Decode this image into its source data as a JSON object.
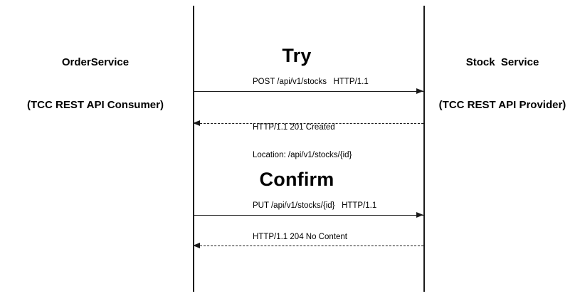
{
  "diagram": {
    "actors": [
      {
        "name": "OrderService",
        "subtitle": "(TCC REST API Consumer)"
      },
      {
        "name": "Stock  Service",
        "subtitle": "(TCC REST API Provider)"
      }
    ],
    "phases": [
      {
        "title": "Try",
        "messages": [
          {
            "lines": [
              "POST /api/v1/stocks   HTTP/1.1"
            ],
            "direction": "right",
            "stroke": "solid"
          },
          {
            "lines": [
              "HTTP/1.1 201 Created",
              "Location: /api/v1/stocks/{id}"
            ],
            "direction": "left",
            "stroke": "dashed"
          }
        ]
      },
      {
        "title": "Confirm",
        "messages": [
          {
            "lines": [
              "PUT /api/v1/stocks/{id}   HTTP/1.1"
            ],
            "direction": "right",
            "stroke": "solid"
          },
          {
            "lines": [
              "HTTP/1.1 204 No Content"
            ],
            "direction": "left",
            "stroke": "dashed"
          }
        ]
      }
    ]
  }
}
